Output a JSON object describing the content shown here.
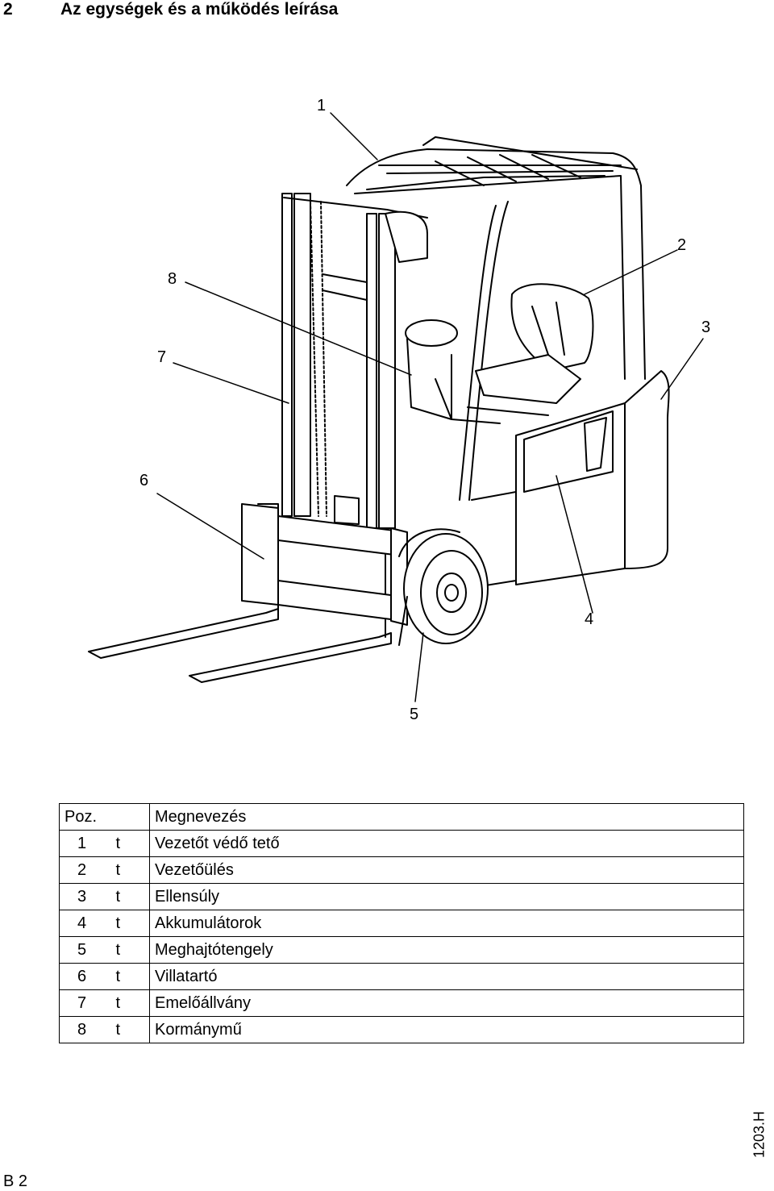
{
  "header": {
    "chapter_number": "2",
    "chapter_title": "Az egységek és a működés leírása"
  },
  "figure": {
    "callouts": [
      "1",
      "2",
      "3",
      "4",
      "5",
      "6",
      "7",
      "8"
    ]
  },
  "legend": {
    "header": {
      "pos": "Poz.",
      "name": "Megnevezés"
    },
    "rows": [
      {
        "pos": "1",
        "mark": "t",
        "name": "Vezetőt védő tető"
      },
      {
        "pos": "2",
        "mark": "t",
        "name": "Vezetőülés"
      },
      {
        "pos": "3",
        "mark": "t",
        "name": "Ellensúly"
      },
      {
        "pos": "4",
        "mark": "t",
        "name": "Akkumulátorok"
      },
      {
        "pos": "5",
        "mark": "t",
        "name": "Meghajtótengely"
      },
      {
        "pos": "6",
        "mark": "t",
        "name": "Villatartó"
      },
      {
        "pos": "7",
        "mark": "t",
        "name": "Emelőállvány"
      },
      {
        "pos": "8",
        "mark": "t",
        "name": "Kormánymű"
      }
    ]
  },
  "footer": {
    "doc_code": "1203.H",
    "page": "B 2"
  }
}
